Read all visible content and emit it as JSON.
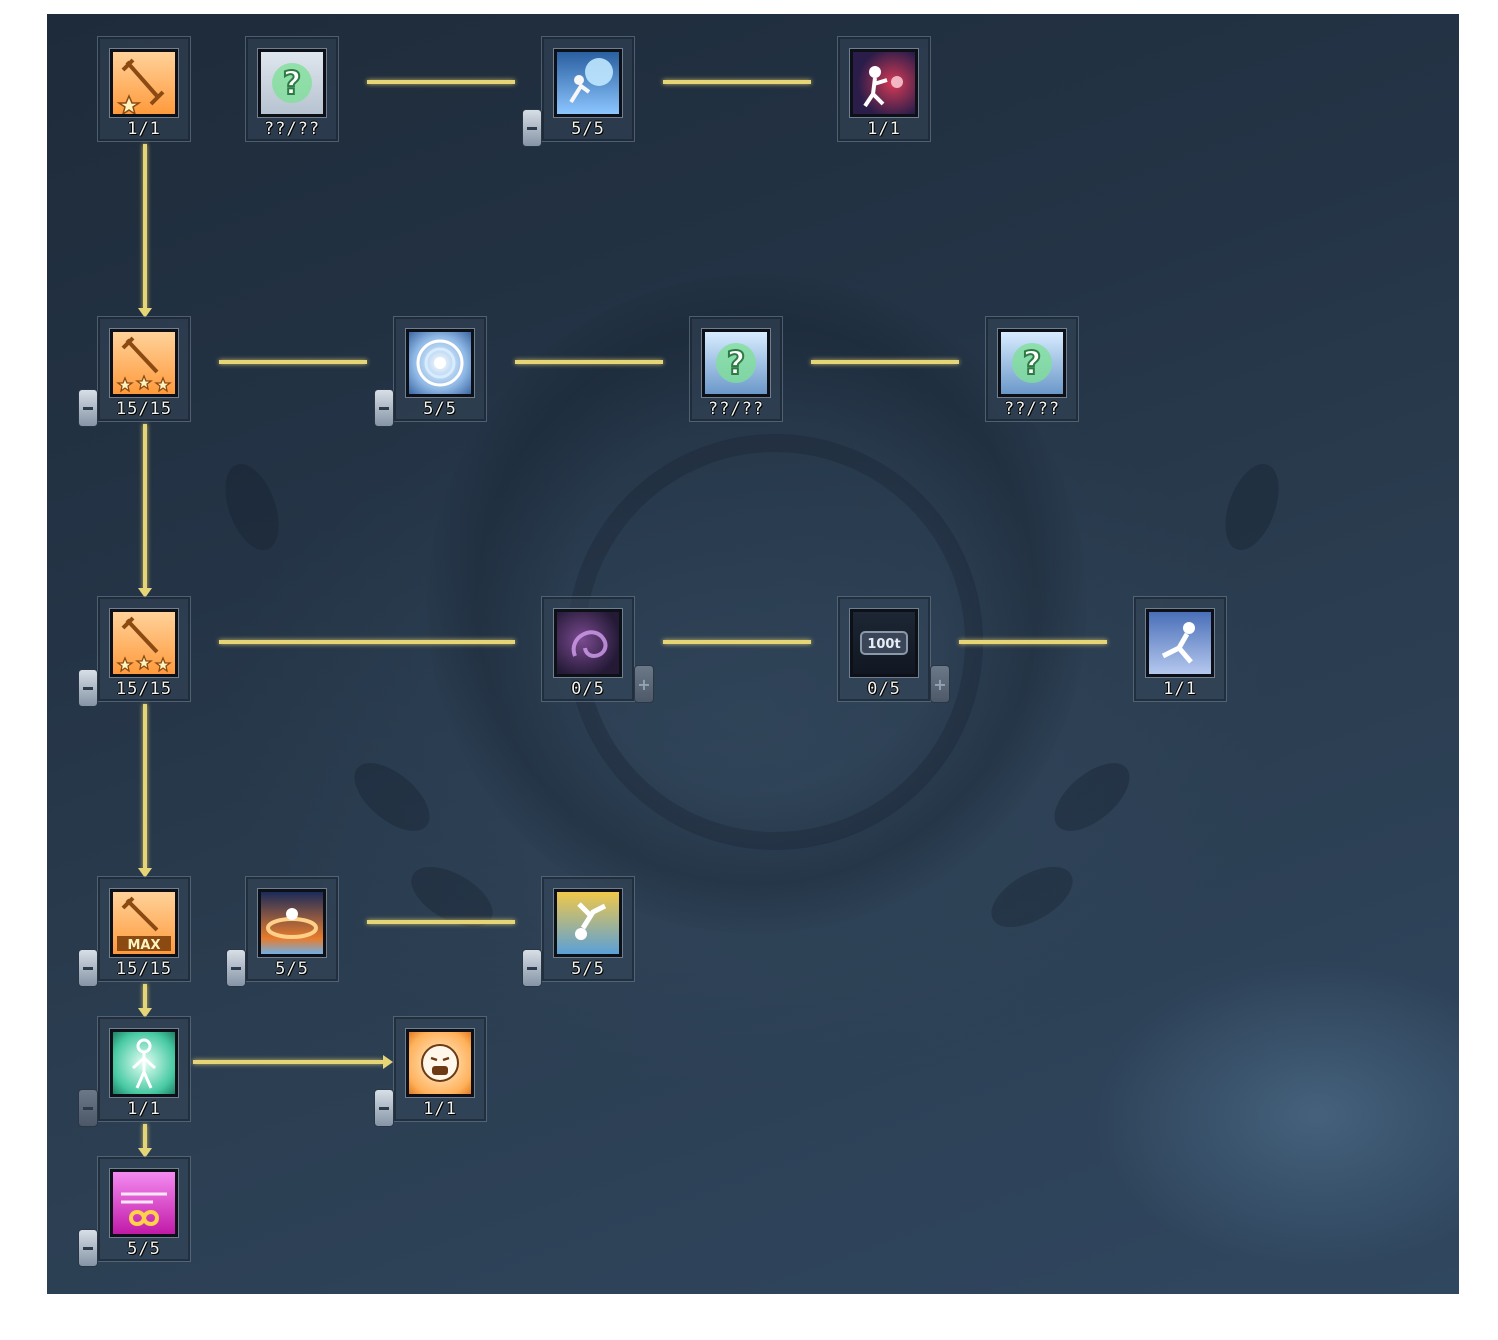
{
  "skill_tree": {
    "nodes": [
      {
        "id": "r1c1",
        "icon": "orange-star-axe-1-icon",
        "count": "1/1",
        "minus": false,
        "plus": false
      },
      {
        "id": "r1c2",
        "icon": "unknown-question-icon",
        "count": "??/??",
        "minus": false,
        "plus": false
      },
      {
        "id": "r1c3",
        "icon": "energy-blast-icon",
        "count": "5/5",
        "minus": true,
        "plus": false
      },
      {
        "id": "r1c4",
        "icon": "red-orb-strike-icon",
        "count": "1/1",
        "minus": false,
        "plus": false
      },
      {
        "id": "r2c1",
        "icon": "orange-star-axe-3-icon",
        "count": "15/15",
        "minus": true,
        "plus": false
      },
      {
        "id": "r2c2",
        "icon": "blue-ring-icon",
        "count": "5/5",
        "minus": true,
        "plus": false
      },
      {
        "id": "r2c3",
        "icon": "unknown-question-icon",
        "count": "??/??",
        "minus": false,
        "plus": false
      },
      {
        "id": "r2c4",
        "icon": "unknown-question-icon",
        "count": "??/??",
        "minus": false,
        "plus": false
      },
      {
        "id": "r3c1",
        "icon": "orange-star-axe-3-icon",
        "count": "15/15",
        "minus": true,
        "plus": false
      },
      {
        "id": "r3c2",
        "icon": "purple-vortex-icon",
        "count": "0/5",
        "minus": false,
        "plus": true
      },
      {
        "id": "r3c3",
        "icon": "100t-weight-icon",
        "count": "0/5",
        "minus": false,
        "plus": true
      },
      {
        "id": "r3c4",
        "icon": "flying-kick-icon",
        "count": "1/1",
        "minus": false,
        "plus": false
      },
      {
        "id": "r4c1",
        "icon": "orange-max-axe-icon",
        "count": "15/15",
        "minus": true,
        "plus": false
      },
      {
        "id": "r4c2",
        "icon": "spin-orbit-icon",
        "count": "5/5",
        "minus": true,
        "plus": false
      },
      {
        "id": "r4c3",
        "icon": "slide-kick-icon",
        "count": "5/5",
        "minus": true,
        "plus": false
      },
      {
        "id": "r5c1",
        "icon": "green-aura-figure-icon",
        "count": "1/1",
        "minus": true,
        "plus": false
      },
      {
        "id": "r5c2",
        "icon": "shouting-face-icon",
        "count": "1/1",
        "minus": true,
        "plus": false
      },
      {
        "id": "r6c1",
        "icon": "pink-infinity-icon",
        "count": "5/5",
        "minus": true,
        "plus": false
      }
    ]
  },
  "ui": {
    "minus_symbol": "−",
    "plus_symbol": "+",
    "weight_label": "100t",
    "max_label": "MAX",
    "question_mark": "?"
  },
  "colors": {
    "connector": "#e6d577",
    "panel_bg": "#243446",
    "count_text": "#f2f2ee"
  }
}
